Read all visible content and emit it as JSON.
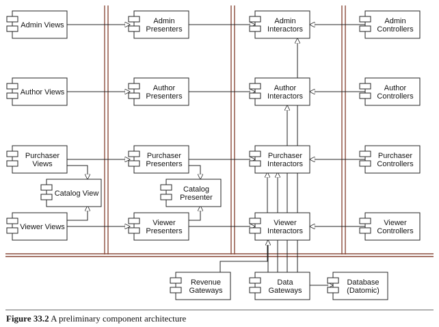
{
  "components": [
    {
      "id": "admin-views",
      "lines": [
        "Admin Views"
      ]
    },
    {
      "id": "admin-presenters",
      "lines": [
        "Admin",
        "Presenters"
      ]
    },
    {
      "id": "admin-interactors",
      "lines": [
        "Admin",
        "Interactors"
      ]
    },
    {
      "id": "admin-controllers",
      "lines": [
        "Admin",
        "Controllers"
      ]
    },
    {
      "id": "author-views",
      "lines": [
        "Author Views"
      ]
    },
    {
      "id": "author-presenters",
      "lines": [
        "Author",
        "Presenters"
      ]
    },
    {
      "id": "author-interactors",
      "lines": [
        "Author",
        "Interactors"
      ]
    },
    {
      "id": "author-controllers",
      "lines": [
        "Author",
        "Controllers"
      ]
    },
    {
      "id": "purchaser-views",
      "lines": [
        "Purchaser",
        "Views"
      ]
    },
    {
      "id": "purchaser-presenters",
      "lines": [
        "Purchaser",
        "Presenters"
      ]
    },
    {
      "id": "purchaser-interactors",
      "lines": [
        "Purchaser",
        "Interactors"
      ]
    },
    {
      "id": "purchaser-controllers",
      "lines": [
        "Purchaser",
        "Controllers"
      ]
    },
    {
      "id": "catalog-view",
      "lines": [
        "Catalog View"
      ]
    },
    {
      "id": "catalog-presenter",
      "lines": [
        "Catalog",
        "Presenter"
      ]
    },
    {
      "id": "viewer-views",
      "lines": [
        "Viewer Views"
      ]
    },
    {
      "id": "viewer-presenters",
      "lines": [
        "Viewer",
        "Presenters"
      ]
    },
    {
      "id": "viewer-interactors",
      "lines": [
        "Viewer",
        "Interactors"
      ]
    },
    {
      "id": "viewer-controllers",
      "lines": [
        "Viewer",
        "Controllers"
      ]
    },
    {
      "id": "revenue-gateways",
      "lines": [
        "Revenue",
        "Gateways"
      ]
    },
    {
      "id": "data-gateways",
      "lines": [
        "Data",
        "Gateways"
      ]
    },
    {
      "id": "database",
      "lines": [
        "Database",
        "(Datomic)"
      ]
    }
  ],
  "caption": {
    "label": "Figure 33.2",
    "text": " A preliminary component architecture"
  }
}
